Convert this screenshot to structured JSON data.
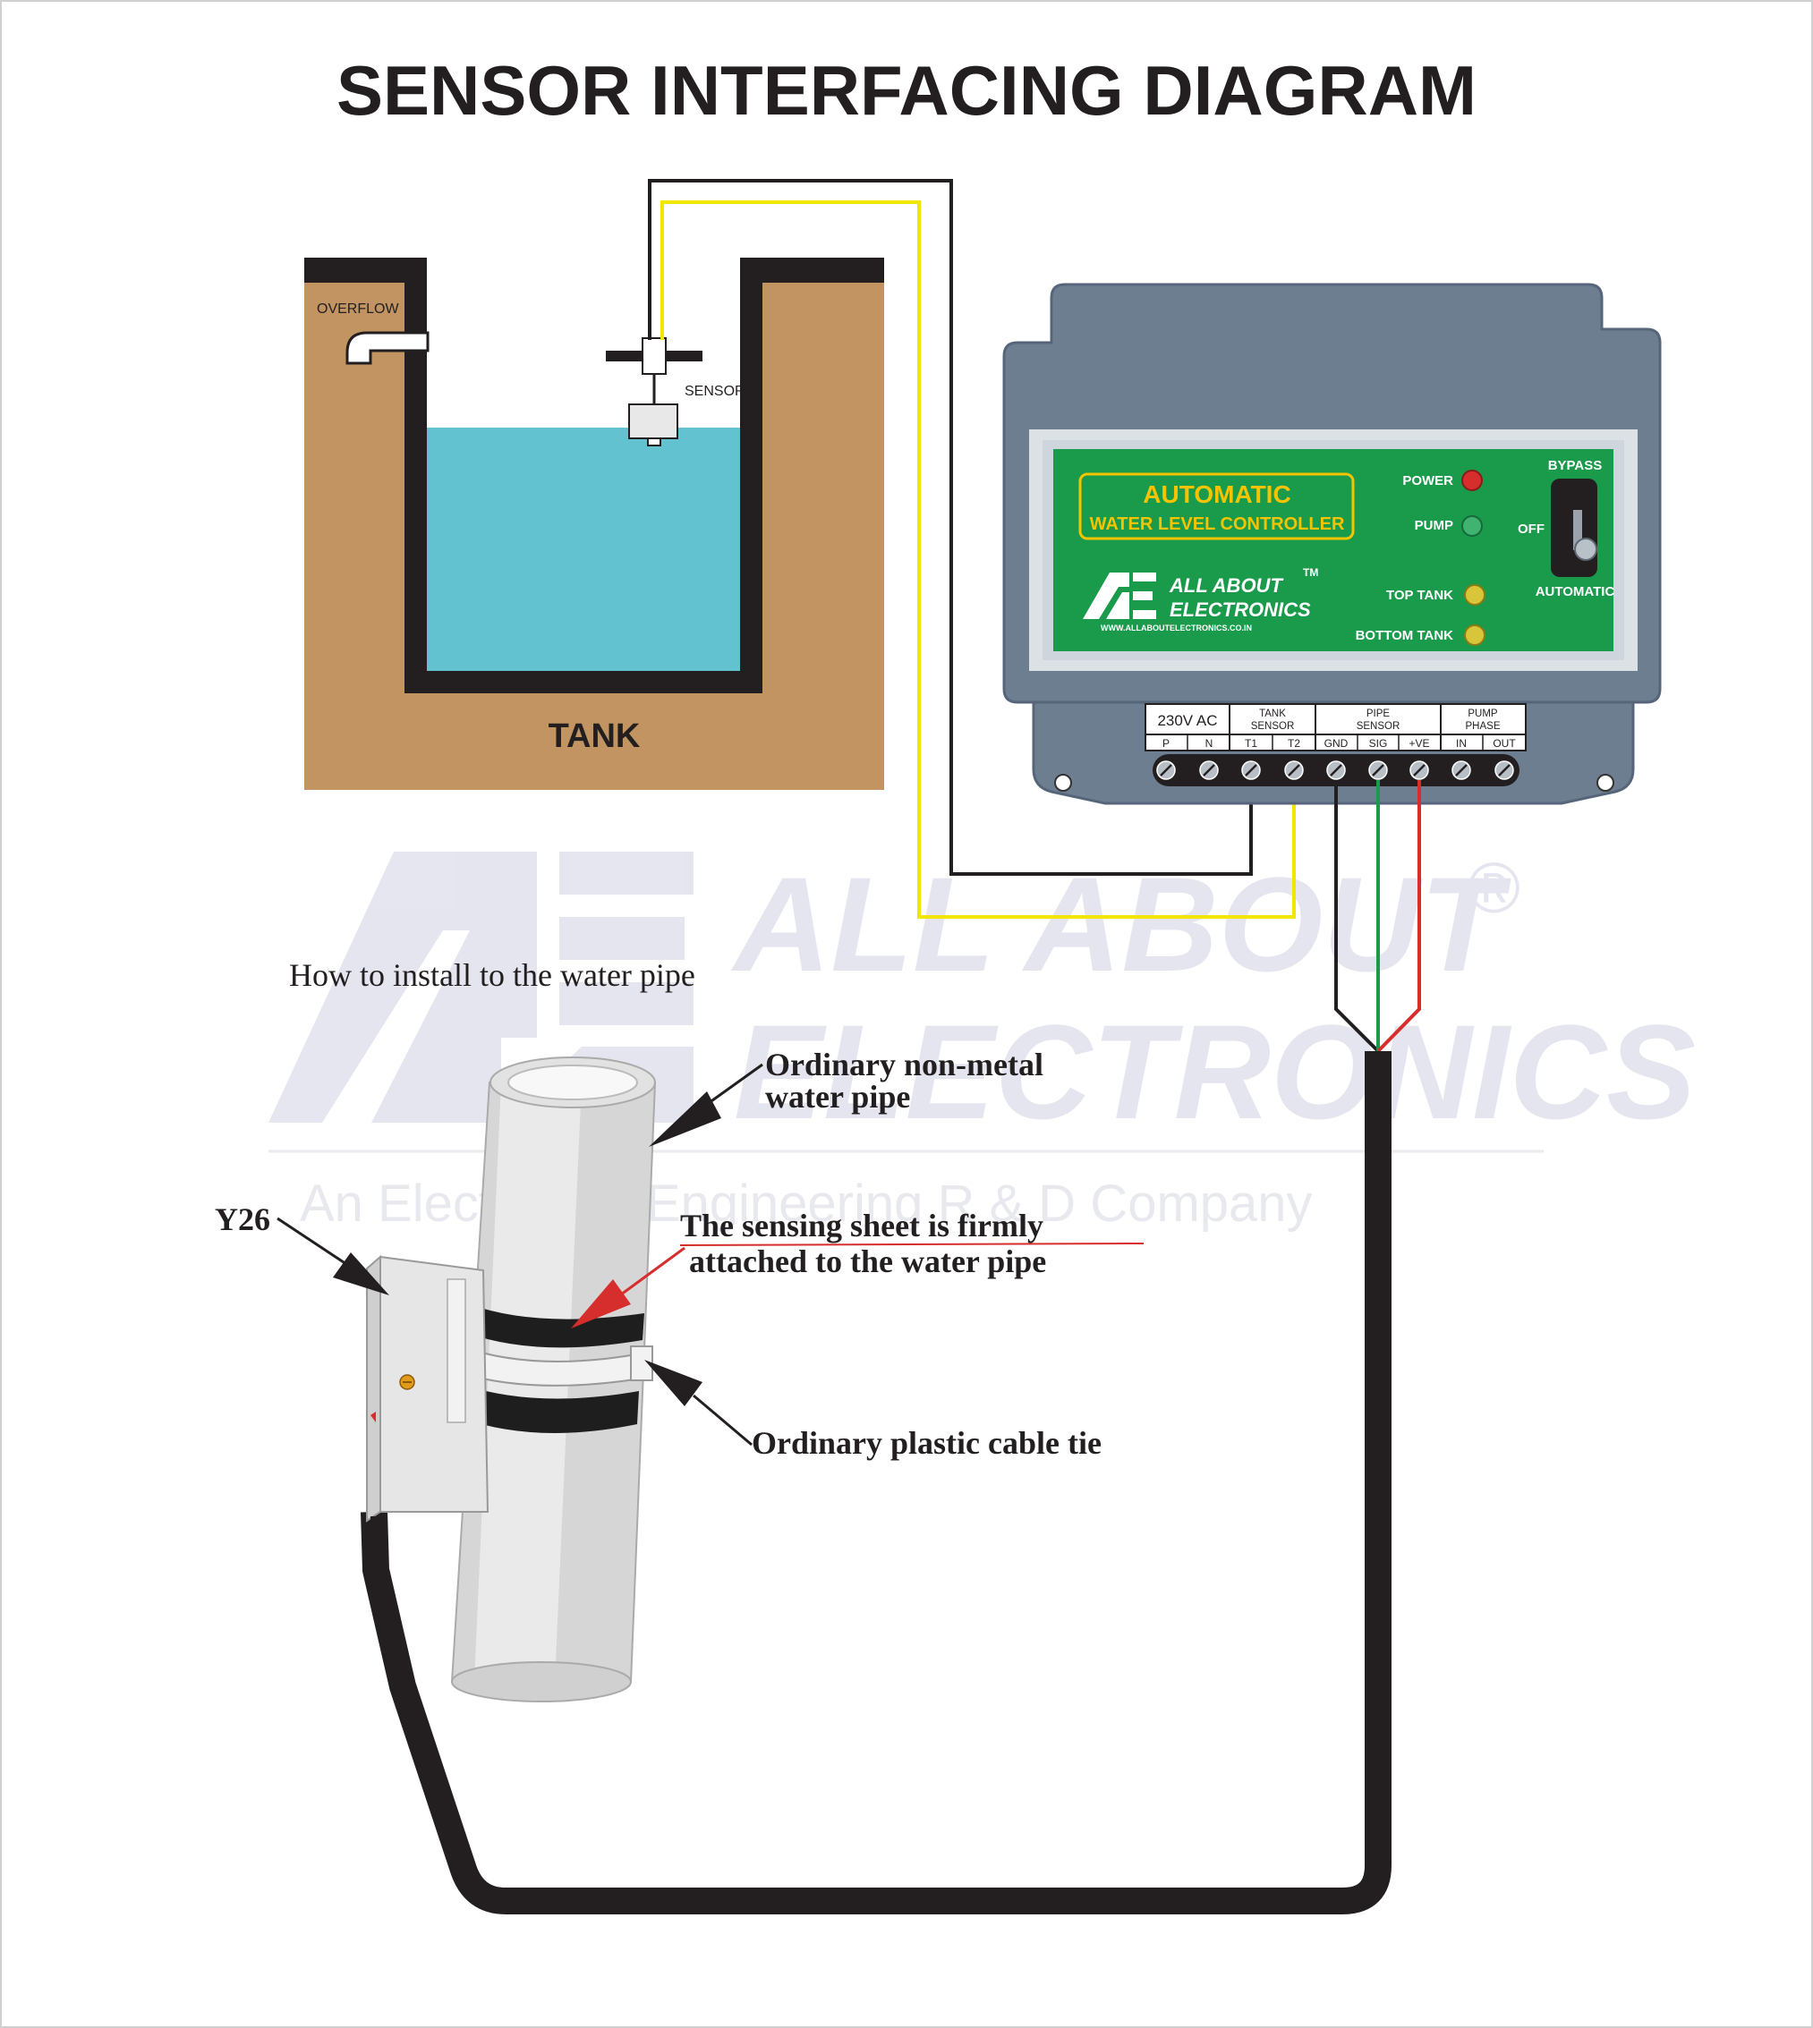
{
  "title": "SENSOR INTERFACING DIAGRAM",
  "tank": {
    "label": "TANK",
    "overflow_label": "OVERFLOW",
    "sensor_label": "SENSOR",
    "water_color": "#62c2cf",
    "soil_color": "#c19461",
    "wall_color": "#231f20"
  },
  "controller": {
    "title_line1": "AUTOMATIC",
    "title_line2": "WATER LEVEL CONTROLLER",
    "brand_line1": "ALL ABOUT",
    "brand_line2": "ELECTRONICS",
    "trademark": "TM",
    "website": "WWW.ALLABOUTELECTRONICS.CO.IN",
    "indicators": [
      {
        "label": "POWER",
        "color": "#d62d2d"
      },
      {
        "label": "PUMP",
        "color": "#2a9d5a"
      },
      {
        "label": "TOP TANK",
        "color": "#d9c53a"
      },
      {
        "label": "BOTTOM TANK",
        "color": "#d9c53a"
      }
    ],
    "switch_labels": {
      "top": "BYPASS",
      "middle": "OFF",
      "bottom": "AUTOMATIC"
    },
    "body_color": "#6e7e91",
    "panel_color": "#1a9a4b",
    "panel_text_color": "#f5c400"
  },
  "terminals": {
    "groups": [
      "230V AC",
      "TANK SENSOR",
      "PIPE SENSOR",
      "PUMP PHASE"
    ],
    "pins": [
      "P",
      "N",
      "T1",
      "T2",
      "GND",
      "SIG",
      "+VE",
      "IN",
      "OUT"
    ]
  },
  "wires": {
    "tank_black": "#231f20",
    "tank_yellow": "#f2e600",
    "gnd": "#231f20",
    "sig": "#1a9a4b",
    "vcc": "#d62d2d"
  },
  "install": {
    "heading": "How to install to the water pipe",
    "pipe_label_1": "Ordinary non-metal",
    "pipe_label_2": "water pipe",
    "sheet_label_1": "The sensing sheet is firmly",
    "sheet_label_2": "attached to the water pipe",
    "tie_label": "Ordinary plastic cable tie",
    "model_label": "Y26"
  },
  "watermark": {
    "line1": "ALL ABOUT",
    "line2": "ELECTRONICS",
    "tagline": "An Electronics Engineering R & D Company",
    "registered": "®"
  }
}
